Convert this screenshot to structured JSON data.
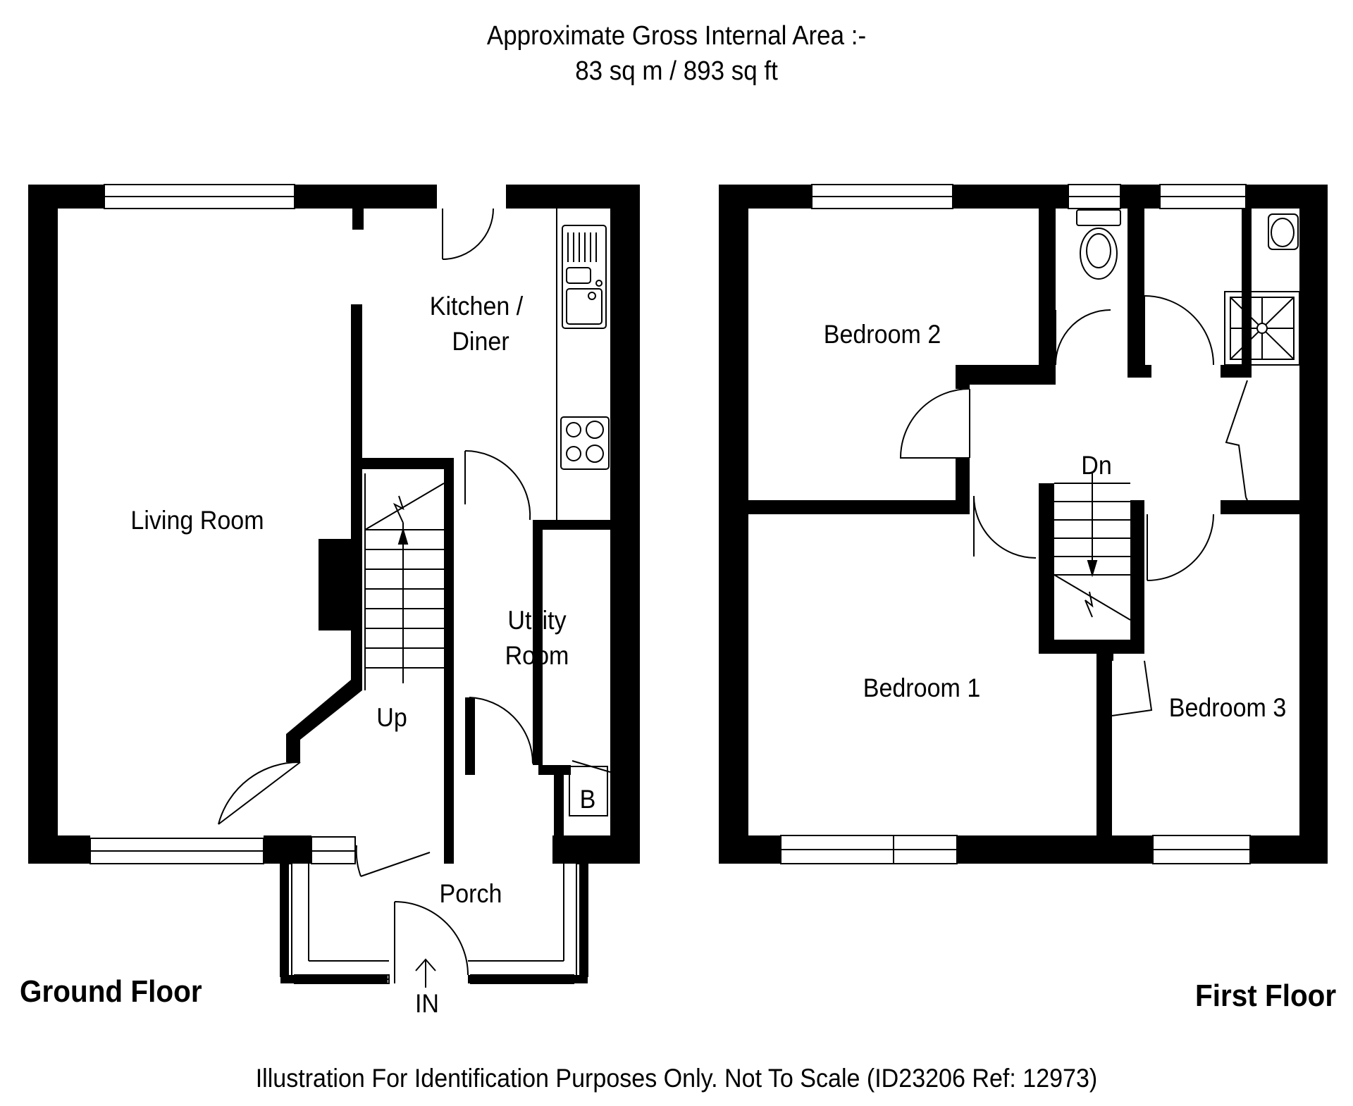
{
  "header": {
    "line1": "Approximate Gross Internal Area :-",
    "line2": "83 sq m / 893 sq ft"
  },
  "floors": {
    "ground": {
      "label": "Ground Floor",
      "rooms": {
        "living_room": "Living Room",
        "kitchen_line1": "Kitchen /",
        "kitchen_line2": "Diner",
        "utility_line1": "Utility",
        "utility_line2": "Room",
        "porch": "Porch",
        "boiler": "B"
      },
      "stairs_label": "Up",
      "entrance_label": "IN"
    },
    "first": {
      "label": "First Floor",
      "rooms": {
        "bedroom_1": "Bedroom 1",
        "bedroom_2": "Bedroom 2",
        "bedroom_3": "Bedroom 3"
      },
      "stairs_label": "Dn"
    }
  },
  "footer": "Illustration For Identification Purposes Only. Not To Scale (ID23206 Ref: 12973)",
  "colors": {
    "wall": "#000000",
    "background": "#ffffff"
  }
}
